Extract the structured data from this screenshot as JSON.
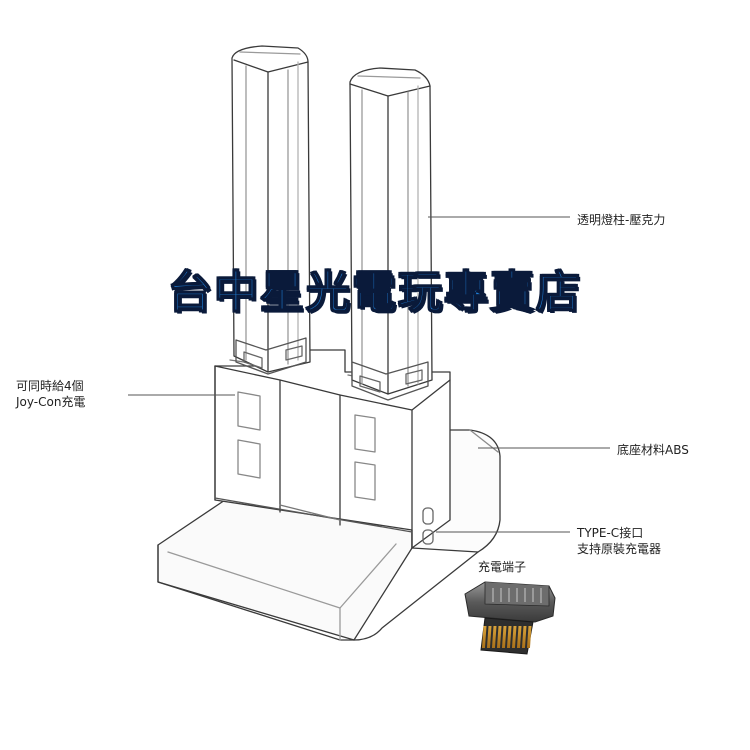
{
  "watermark": "台中星光電玩專賣店",
  "labels": {
    "acrylic": "透明燈柱-壓克力",
    "joycon_line1": "可同時給4個",
    "joycon_line2": "Joy-Con充電",
    "abs": "底座材料ABS",
    "typec_line1": "TYPE-C接口",
    "typec_line2": "支持原裝充電器",
    "terminal": "充電端子"
  },
  "icons": {
    "product": "charging-dock-drawing",
    "terminal": "charging-terminal-connector"
  },
  "colors": {
    "watermark_fill": "#1f7fd8",
    "watermark_outline": "#0a1a3a",
    "line": "#555555",
    "text": "#222222"
  }
}
